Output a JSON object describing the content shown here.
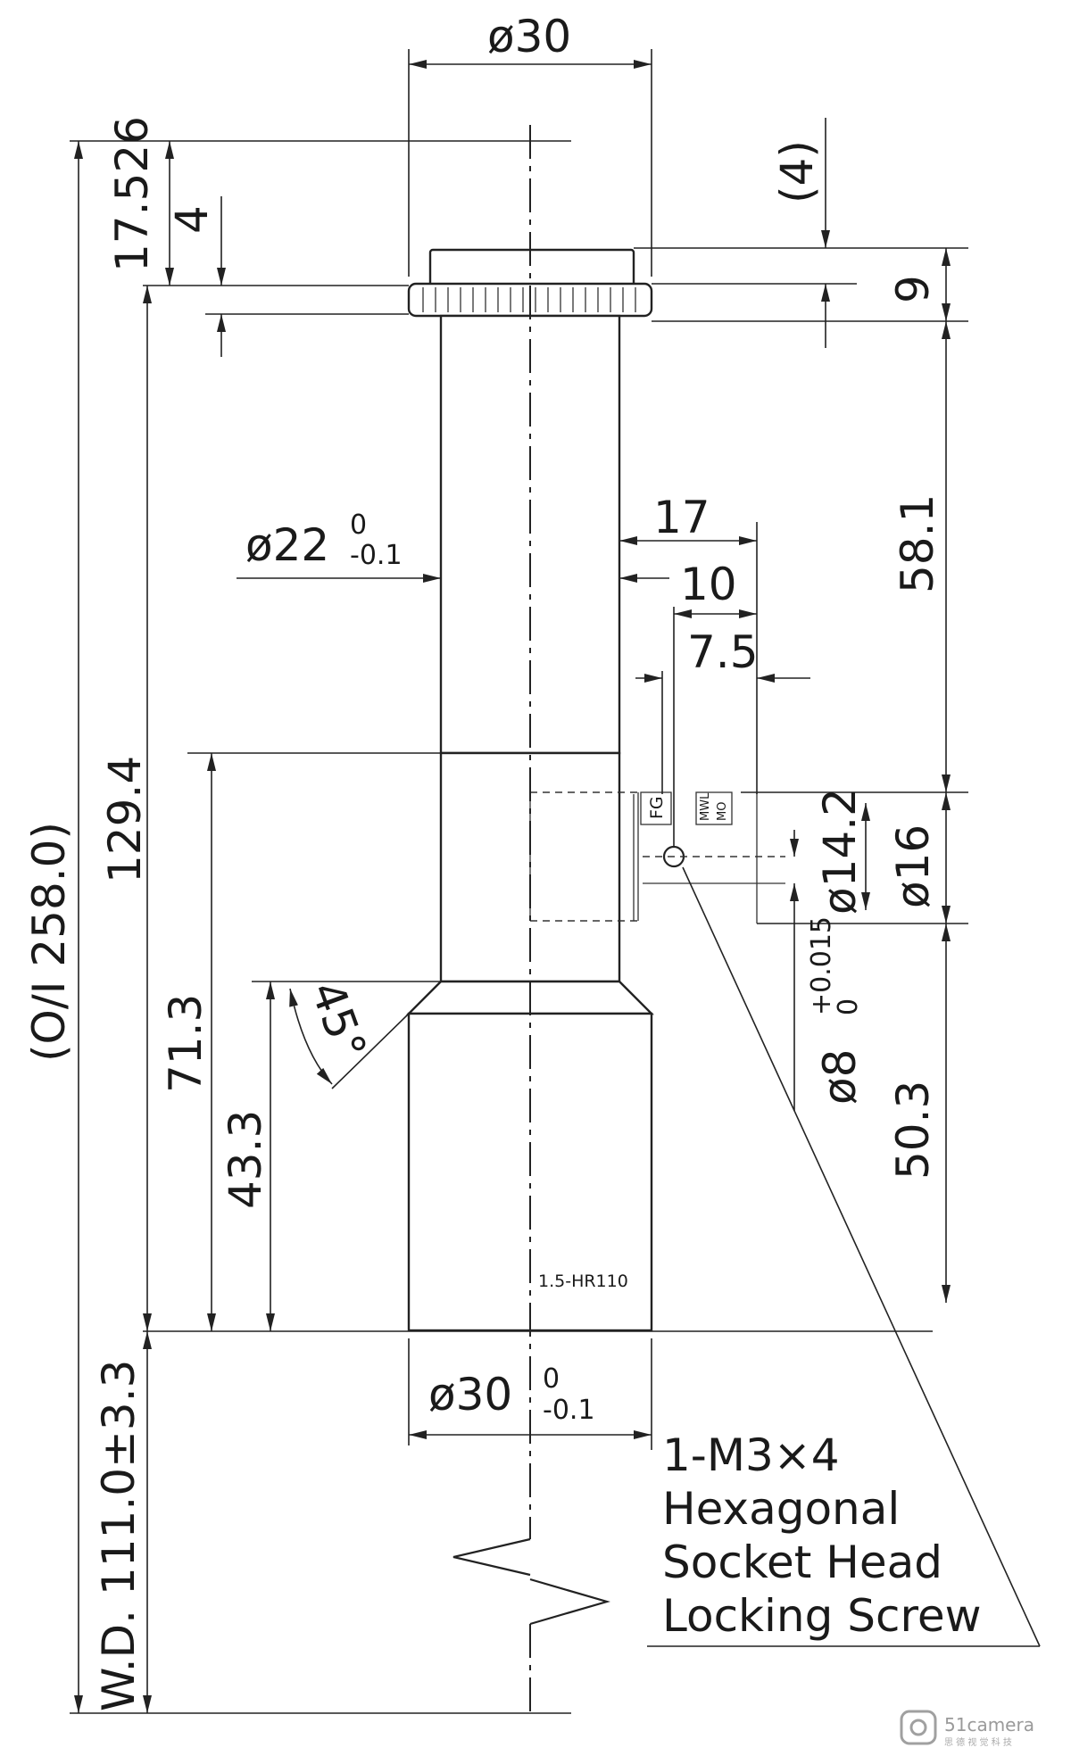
{
  "dimensions": {
    "top_diameter": "ø30",
    "overall_length": "(O/I 258.0)",
    "flange_offset": "17.526",
    "flange_step": "4",
    "cap_height": "(4)",
    "ring_height": "9",
    "upper_length": "58.1",
    "barrel_diameter": "ø22",
    "barrel_tol_upper": "0",
    "barrel_tol_lower": "-0.1",
    "side_17": "17",
    "side_10": "10",
    "side_7_5": "7.5",
    "body_length": "129.4",
    "mid_length": "71.3",
    "lower_length": "43.3",
    "chamfer_angle": "45°",
    "port_width": "ø16",
    "port_inner": "ø14.2",
    "bore": "ø8",
    "bore_tol_upper": "+0.015",
    "bore_tol_lower": "0",
    "lower_offset": "50.3",
    "bottom_diameter": "ø30",
    "bottom_tol_upper": "0",
    "bottom_tol_lower": "-0.1",
    "working_distance": "W.D. 111.0±3.3"
  },
  "labels": {
    "model": "1.5-HR110",
    "port_fg": "FG",
    "port_mwl": "MWL",
    "port_mo": "MO",
    "screw_note": [
      "1-M3×4",
      "Hexagonal",
      "Socket Head",
      "Locking Screw"
    ]
  },
  "watermark": {
    "brand": "51camera",
    "sub": "思 德 视 觉 科 技"
  }
}
